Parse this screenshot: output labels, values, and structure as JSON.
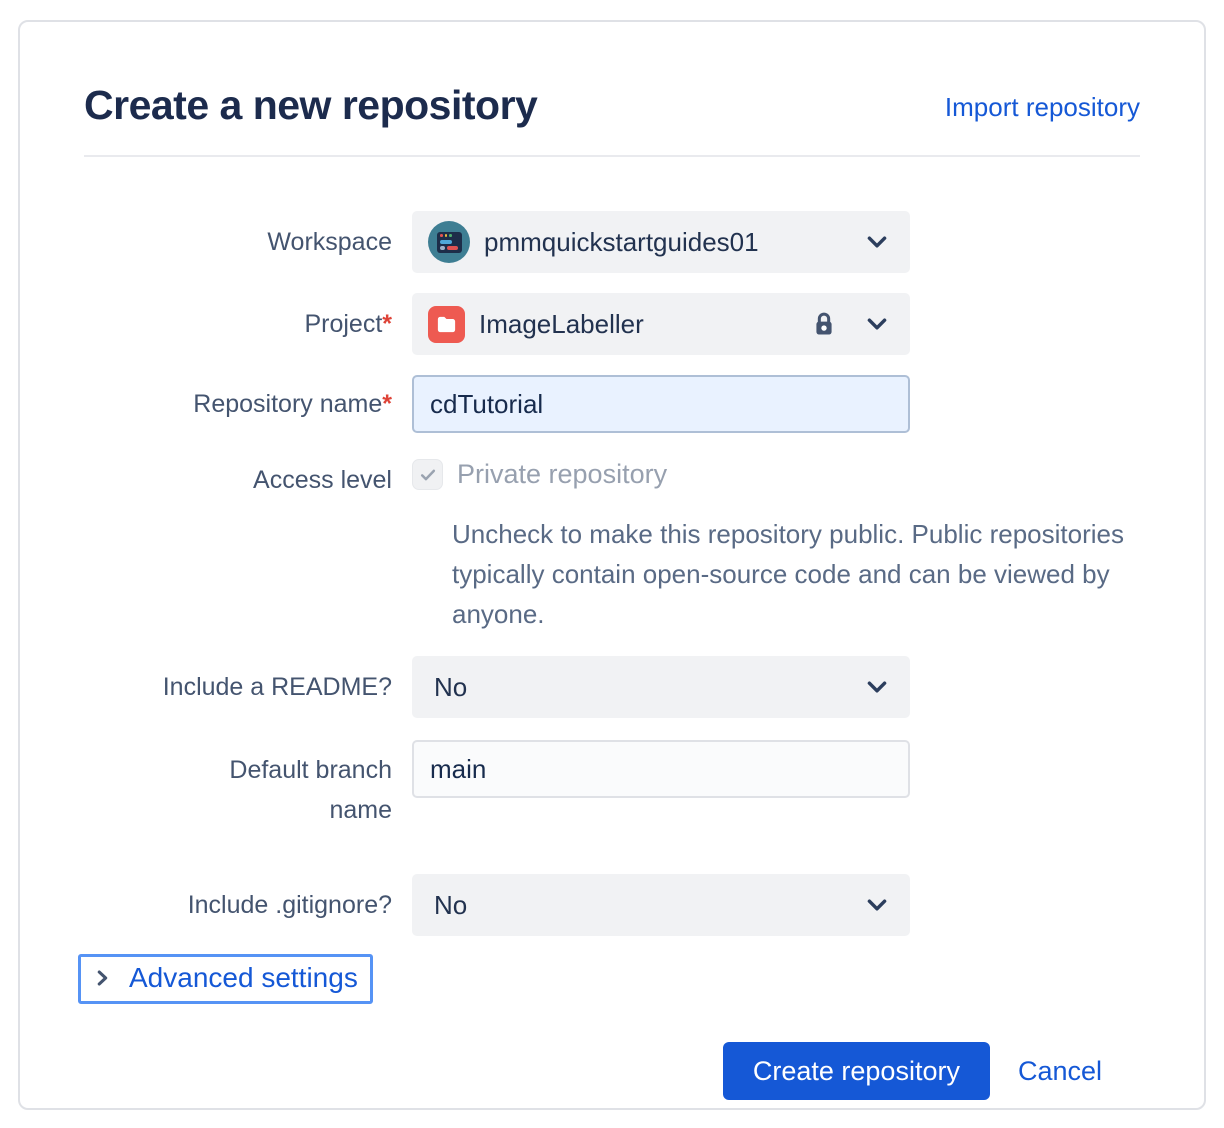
{
  "header": {
    "title": "Create a new repository",
    "import_link": "Import repository"
  },
  "form": {
    "workspace": {
      "label": "Workspace",
      "value": "pmmquickstartguides01"
    },
    "project": {
      "label": "Project",
      "required_marker": "*",
      "value": "ImageLabeller"
    },
    "repository_name": {
      "label": "Repository name",
      "required_marker": "*",
      "value": "cdTutorial"
    },
    "access_level": {
      "label": "Access level",
      "checkbox_checked": true,
      "checkbox_label": "Private repository",
      "help_text": "Uncheck to make this repository public. Public repositories typically contain open-source code and can be viewed by anyone."
    },
    "include_readme": {
      "label": "Include a README?",
      "value": "No"
    },
    "default_branch_name": {
      "label": "Default branch name",
      "value": "main"
    },
    "include_gitignore": {
      "label": "Include .gitignore?",
      "value": "No"
    },
    "advanced_settings": {
      "label": "Advanced settings"
    }
  },
  "actions": {
    "create_label": "Create repository",
    "cancel_label": "Cancel"
  },
  "colors": {
    "accent_blue": "#1558D6",
    "focus_ring_blue": "#5693F5",
    "required_red": "#DE4337",
    "project_icon_red": "#EE5A51",
    "workspace_avatar_teal": "#3E7E93",
    "title_navy": "#1C2B4D",
    "label_slate": "#44546F",
    "field_bg_gray": "#F1F2F4",
    "focused_input_bg": "#E9F2FF"
  }
}
